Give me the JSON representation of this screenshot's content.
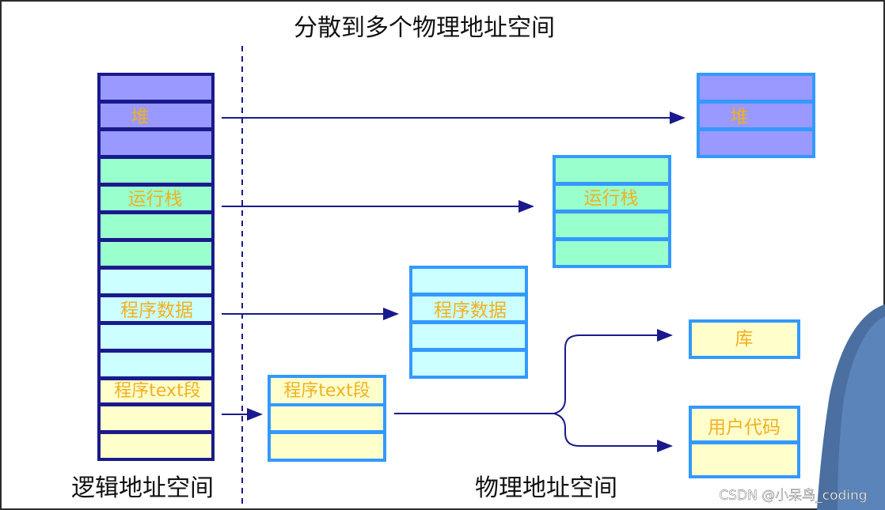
{
  "title": "分散到多个物理地址空间",
  "logical_label": "逻辑地址空间",
  "physical_label": "物理地址空间",
  "segments": {
    "heap": "堆",
    "stack": "运行栈",
    "data": "程序数据",
    "text": "程序text段",
    "library": "库",
    "user_code": "用户代码"
  },
  "watermark": "CSDN @小呆鸟_coding",
  "colors": {
    "heap_fill": "#9999ff",
    "stack_fill": "#99ffcc",
    "data_fill": "#ccffff",
    "text_fill": "#ffffcc",
    "logical_border": "#1a1a8c",
    "physical_border": "#3399ff",
    "label_text": "#f0b020",
    "arrow": "#1a1a8c"
  }
}
